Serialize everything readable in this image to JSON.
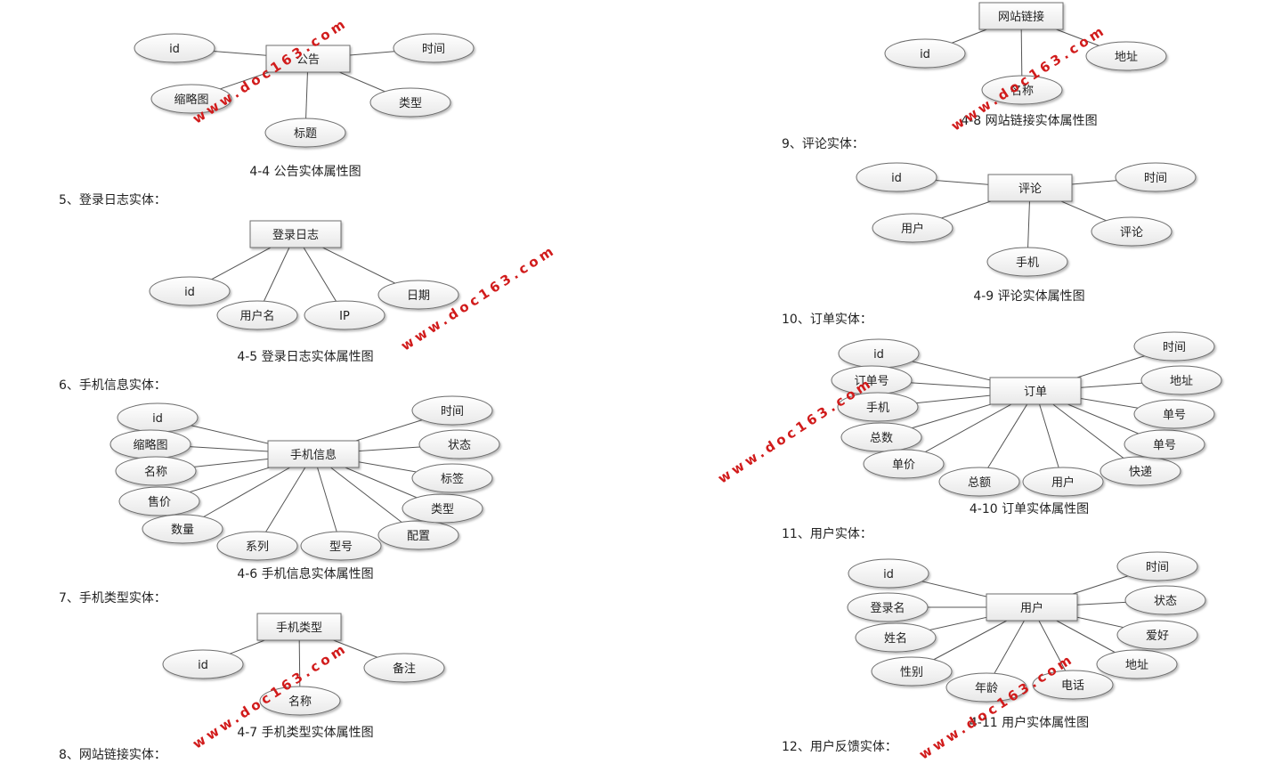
{
  "left_column": {
    "diagram_4_4": {
      "entity": "公告",
      "attributes": [
        "id",
        "时间",
        "缩略图",
        "类型",
        "标题"
      ],
      "caption": "4-4 公告实体属性图"
    },
    "heading_5": "5、登录日志实体：",
    "diagram_4_5": {
      "entity": "登录日志",
      "attributes": [
        "id",
        "用户名",
        "IP",
        "日期"
      ],
      "caption": "4-5 登录日志实体属性图"
    },
    "heading_6": "6、手机信息实体：",
    "diagram_4_6": {
      "entity": "手机信息",
      "attributes": [
        "id",
        "缩略图",
        "名称",
        "售价",
        "数量",
        "系列",
        "型号",
        "配置",
        "类型",
        "标签",
        "状态",
        "时间"
      ],
      "caption": "4-6 手机信息实体属性图"
    },
    "heading_7": "7、手机类型实体：",
    "diagram_4_7": {
      "entity": "手机类型",
      "attributes": [
        "id",
        "名称",
        "备注"
      ],
      "caption": "4-7 手机类型实体属性图"
    },
    "heading_8": "8、网站链接实体："
  },
  "right_column": {
    "diagram_4_8": {
      "entity": "网站链接",
      "attributes": [
        "id",
        "名称",
        "地址"
      ],
      "caption": "4-8 网站链接实体属性图"
    },
    "heading_9": "9、评论实体：",
    "diagram_4_9": {
      "entity": "评论",
      "attributes": [
        "id",
        "用户",
        "手机",
        "评论",
        "时间"
      ],
      "caption": "4-9 评论实体属性图"
    },
    "heading_10": "10、订单实体：",
    "diagram_4_10": {
      "entity": "订单",
      "attributes": [
        "id",
        "订单号",
        "手机",
        "总数",
        "单价",
        "总额",
        "用户",
        "快递",
        "单号",
        "单号",
        "地址",
        "时间"
      ],
      "caption": "4-10 订单实体属性图"
    },
    "heading_11": "11、用户实体：",
    "diagram_4_11": {
      "entity": "用户",
      "attributes": [
        "id",
        "登录名",
        "姓名",
        "性别",
        "年龄",
        "电话",
        "地址",
        "爱好",
        "状态",
        "时间"
      ],
      "caption": "4-11 用户实体属性图"
    },
    "heading_12": "12、用户反馈实体："
  },
  "watermark_text": "www.doc163.com",
  "colors": {
    "watermark": "#d11b1b",
    "line": "#555555",
    "node_fill": "#f6f6f6",
    "node_stroke": "#6d6d6d"
  }
}
